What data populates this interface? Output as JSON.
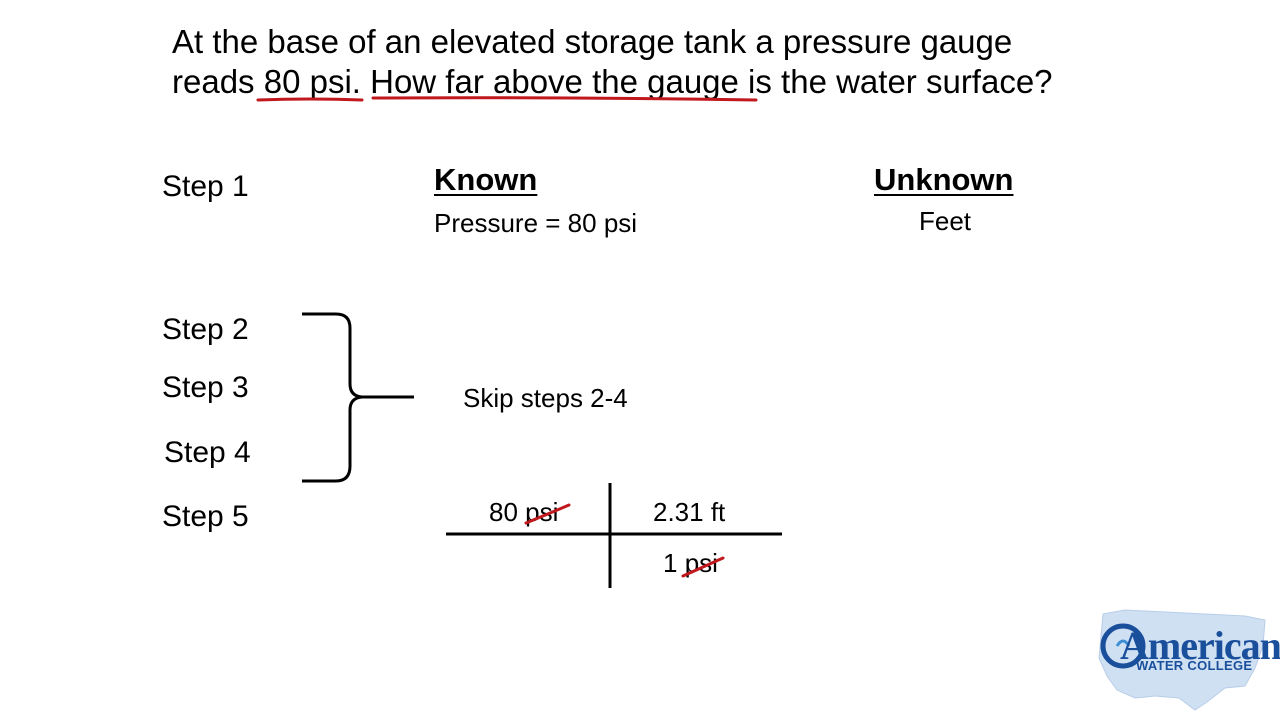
{
  "question": {
    "part1": "At the base of an elevated storage tank a pressure gauge reads ",
    "highlight1": "80 psi.",
    "part2": " ",
    "highlight2": "How far above the gauge",
    "part3": " is the water surface?"
  },
  "steps": {
    "step1": "Step 1",
    "step2": "Step 2",
    "step3": "Step 3",
    "step4": "Step 4",
    "step5": "Step 5"
  },
  "known": {
    "header": "Known",
    "value": "Pressure = 80 psi"
  },
  "unknown": {
    "header": "Unknown",
    "value": "Feet"
  },
  "skip_note": "Skip steps 2-4",
  "conversion": {
    "top_left_num": "80",
    "top_left_unit": "psi",
    "top_right": "2.31 ft",
    "bottom_right_num": "1",
    "bottom_right_unit": "psi"
  },
  "logo": {
    "main": "American",
    "sub": "WATER COLLEGE"
  },
  "colors": {
    "annotation_red": "#c0181c",
    "logo_blue": "#1a4f9c",
    "logo_map": "#cfe0f3"
  }
}
